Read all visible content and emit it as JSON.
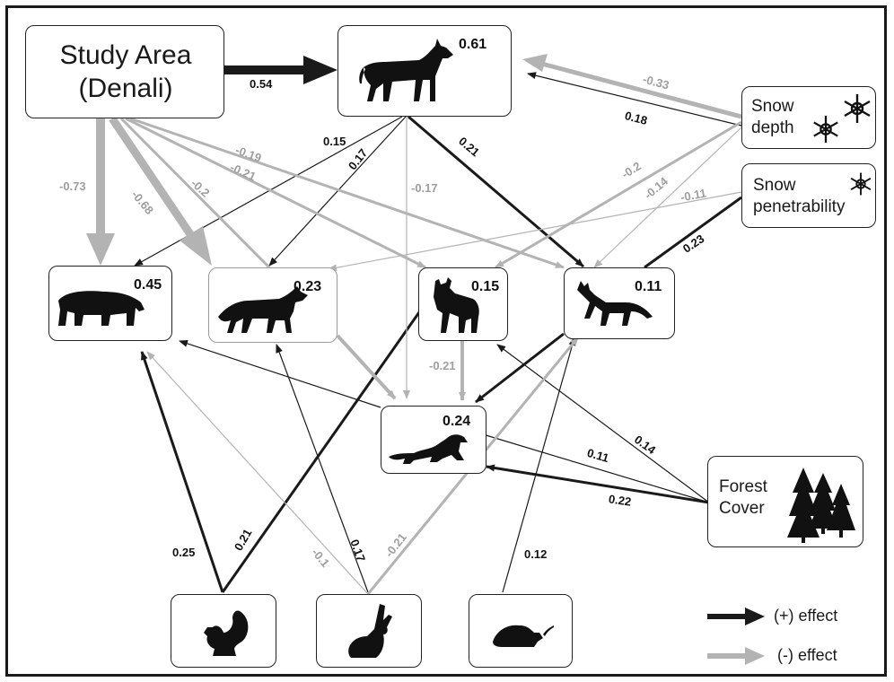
{
  "nodes": {
    "study_area": {
      "line1": "Study Area",
      "line2": "(Denali)"
    },
    "wolf": {
      "r2": "0.61",
      "icon": "wolf-icon"
    },
    "wolverine": {
      "r2": "0.45",
      "icon": "wolverine-icon"
    },
    "coyote": {
      "r2": "0.23",
      "icon": "coyote-icon"
    },
    "lynx": {
      "r2": "0.15",
      "icon": "lynx-icon"
    },
    "fox": {
      "r2": "0.11",
      "icon": "fox-icon"
    },
    "marten": {
      "r2": "0.24",
      "icon": "marten-icon"
    },
    "snow_depth": {
      "line1": "Snow",
      "line2": "depth",
      "icon": "snowflake-icon"
    },
    "snow_pen": {
      "line1": "Snow",
      "line2": "penetrability",
      "icon": "snowflake-icon"
    },
    "forest": {
      "line1": "Forest",
      "line2": "Cover",
      "icon": "tree-icon"
    },
    "squirrel": {
      "icon": "squirrel-icon"
    },
    "hare": {
      "icon": "hare-icon"
    },
    "vole": {
      "icon": "vole-icon"
    }
  },
  "edges": {
    "study_wolf": "0.54",
    "study_wolverine": "-0.73",
    "study_coyote": "-0.68",
    "study_lynx": "-0.2",
    "study_fox1": "-0.21",
    "study_fox2": "-0.19",
    "wolf_wolverine": "0.15",
    "wolf_coyote": "0.17",
    "wolf_marten": "-0.17",
    "wolf_fox": "0.21",
    "depth_wolf_neg": "-0.33",
    "depth_wolf_pos": "0.18",
    "depth_lynx": "-0.2",
    "depth_fox": "-0.14",
    "pen_coyote": "-0.11",
    "pen_wolf": "0.23",
    "lynx_marten": "-0.21",
    "forest_marten1": "0.11",
    "forest_lynx": "0.14",
    "forest_marten2": "0.22",
    "squirrel_wolverine": "0.25",
    "squirrel_lynx": "0.21",
    "hare_wolverine": "-0.1",
    "hare_coyote": "0.17",
    "hare_fox": "-0.21",
    "vole_fox": "0.12"
  },
  "legend": {
    "positive": "(+) effect",
    "negative": "(-) effect"
  },
  "colors": {
    "positive": "#1a1a1a",
    "negative": "#b3b3b3"
  }
}
